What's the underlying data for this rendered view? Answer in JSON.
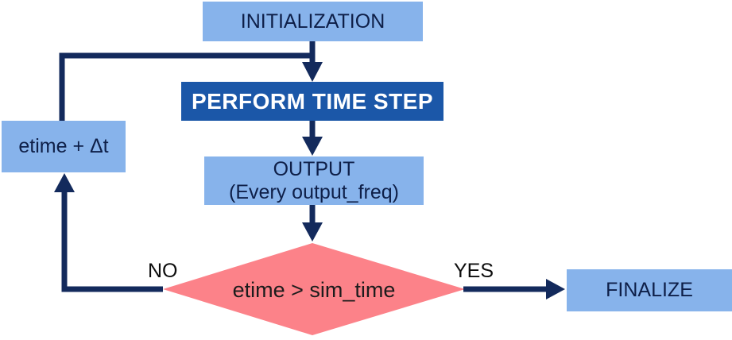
{
  "diagram": {
    "type": "flowchart",
    "nodes": {
      "initialization": {
        "label": "INITIALIZATION"
      },
      "perform_time_step": {
        "label": "PERFORM TIME STEP"
      },
      "output": {
        "line1": "OUTPUT",
        "line2": "(Every output_freq)"
      },
      "decision": {
        "label": "etime > sim_time"
      },
      "finalize": {
        "label": "FINALIZE"
      },
      "increment": {
        "label": "etime + Δt"
      }
    },
    "edge_labels": {
      "no": "NO",
      "yes": "YES"
    },
    "colors": {
      "node_light_blue": "#87b3eb",
      "node_dark_blue": "#1b57a8",
      "arrow_navy": "#132a5c",
      "decision_pink": "#fc8289",
      "node_text_navy": "#0e1f48",
      "decision_text": "#1c1c1c",
      "edge_label_text": "#0d0d0d",
      "background": "#ffffff"
    }
  }
}
